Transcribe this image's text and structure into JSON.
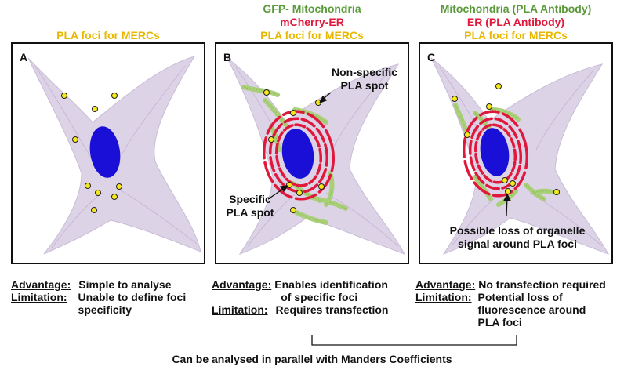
{
  "colors": {
    "green": "#5a9a3a",
    "red": "#e0183c",
    "yellow": "#e8b800",
    "cell": "#ddd3e6",
    "nucleus": "#1a0fd6",
    "mito": "#b9d98a"
  },
  "panels": [
    {
      "letter": "A",
      "header": [
        "PLA foci for MERCs"
      ],
      "advantage_key": "Advantage:",
      "advantage": [
        "Simple to analyse"
      ],
      "limitation_key": "Limitation:",
      "limitation": [
        "Unable to define foci",
        "specificity"
      ]
    },
    {
      "letter": "B",
      "header": [
        "GFP- Mitochondria",
        "mCherry-ER",
        "PLA foci for MERCs"
      ],
      "annot_nonspecific": [
        "Non-specific",
        "PLA spot"
      ],
      "annot_specific": [
        "Specific",
        "PLA spot"
      ],
      "advantage_key": "Advantage:",
      "advantage": [
        "Enables identification",
        "of specific foci"
      ],
      "limitation_key": "Limitation:",
      "limitation": [
        "Requires transfection"
      ]
    },
    {
      "letter": "C",
      "header": [
        "Mitochondria (PLA Antibody)",
        "ER (PLA Antibody)",
        "PLA foci for MERCs"
      ],
      "annot_loss": [
        "Possible loss of organelle",
        "signal around PLA foci"
      ],
      "advantage_key": "Advantage:",
      "advantage": [
        "No transfection required"
      ],
      "limitation_key": "Limitation:",
      "limitation": [
        "Potential loss of",
        "fluorescence around",
        "PLA foci"
      ]
    }
  ],
  "footer": "Can be analysed in parallel with Manders Coefficients"
}
